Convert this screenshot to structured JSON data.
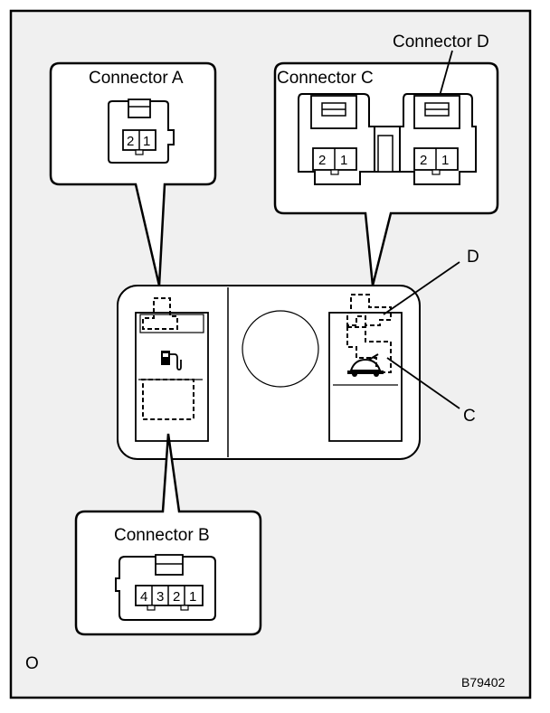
{
  "colors": {
    "page": "#ffffff",
    "panel": "#f0f0f0",
    "ink": "#000000",
    "accent": "#e8e8e8"
  },
  "callouts": {
    "connector_a": "Connector A",
    "connector_b": "Connector B",
    "connector_c": "Connector C",
    "connector_d": "Connector D"
  },
  "pins": {
    "a": [
      "2",
      "1"
    ],
    "b": [
      "4",
      "3",
      "2",
      "1"
    ],
    "c": [
      "2",
      "1"
    ],
    "d": [
      "2",
      "1"
    ]
  },
  "leaders": {
    "d": "D",
    "c": "C"
  },
  "icons": {
    "fuel_switch": "fuel-pump-icon",
    "trunk_switch": "trunk-open-icon"
  },
  "corner_mark": "O",
  "figure_id": "B79402"
}
